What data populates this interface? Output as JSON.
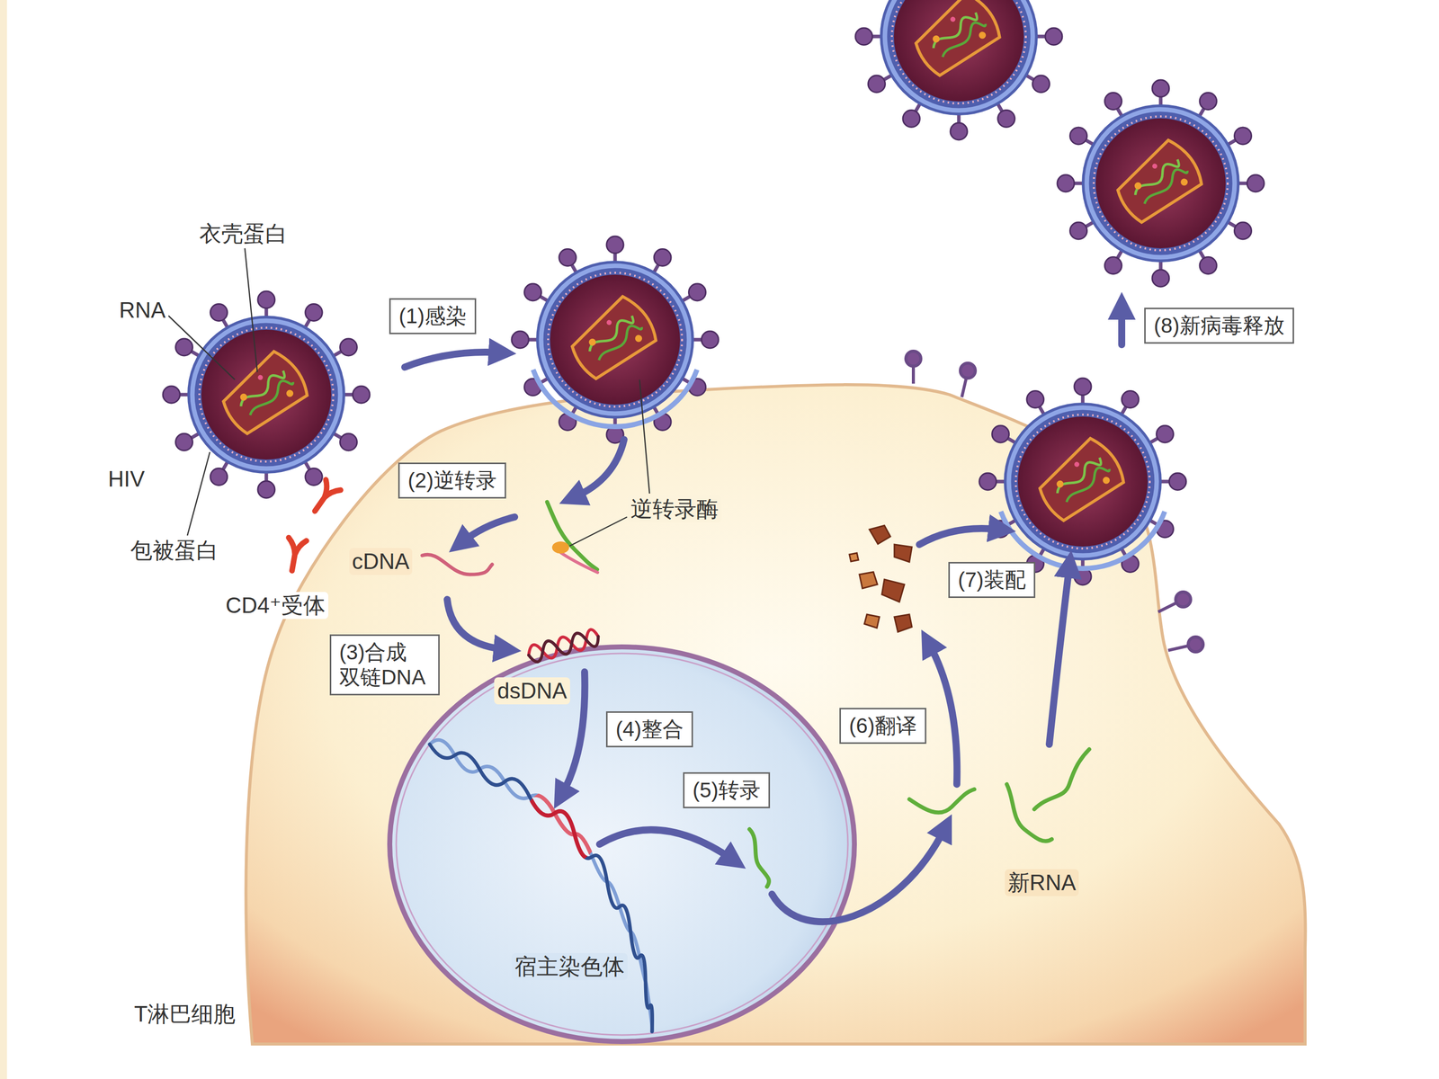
{
  "diagram": {
    "nodes": [
      {
        "text": [
          "(1)感染"
        ]
      },
      {
        "text": [
          "(2)逆转录"
        ]
      },
      {
        "text": [
          "(3)合成 双链DNA"
        ]
      },
      {
        "text": [
          "(4)整合"
        ]
      },
      {
        "text": [
          "(5)转录"
        ]
      },
      {
        "text": [
          "(6)翻译"
        ]
      },
      {
        "text": [
          "(7)装配"
        ]
      },
      {
        "text": [
          "(8)新病毒释放"
        ]
      }
    ],
    "labels": [
      "衣壳蛋白",
      "RNA",
      "HIV",
      "包被蛋白",
      "CD4⁺受体",
      "逆转录酶",
      "cDNA",
      "dsDNA",
      "宿主染色体",
      "新RNA",
      "T淋巴细胞"
    ]
  }
}
